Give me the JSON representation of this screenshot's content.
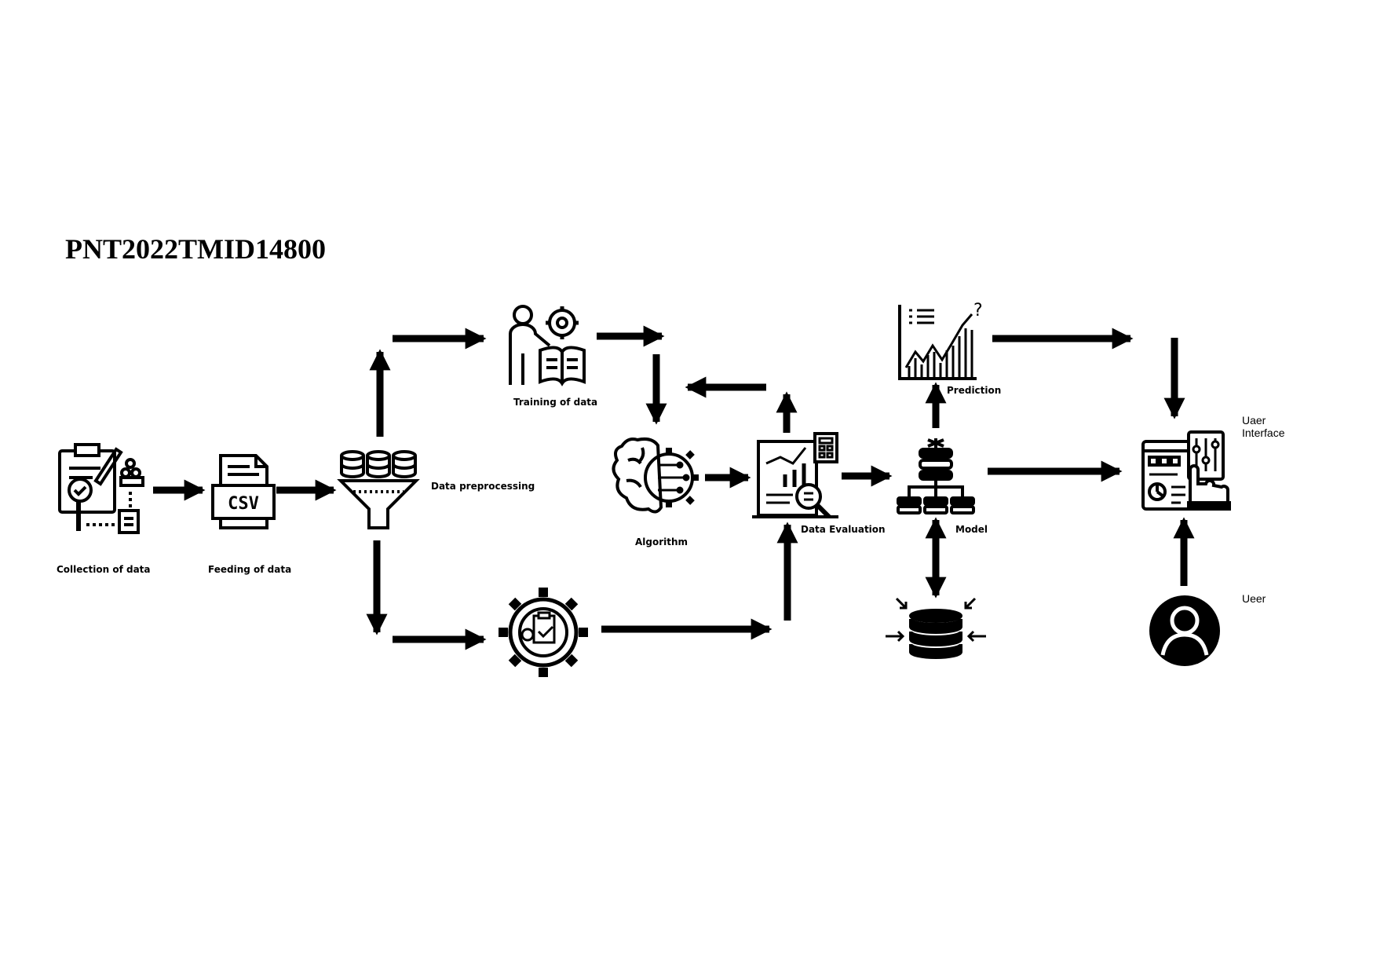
{
  "title": "PNT2022TMID14800",
  "nodes": [
    {
      "id": "collection",
      "label": "Collection of data",
      "icon": "clipboard-research-icon"
    },
    {
      "id": "feeding",
      "label": "Feeding of data",
      "icon": "csv-file-icon"
    },
    {
      "id": "preprocessing",
      "label": "Data preprocessing",
      "icon": "database-funnel-icon"
    },
    {
      "id": "training",
      "label": "Training of data",
      "icon": "trainer-book-gear-icon"
    },
    {
      "id": "testing",
      "label": "",
      "icon": "gear-clipboard-check-icon"
    },
    {
      "id": "algorithm",
      "label": "Algorithm",
      "icon": "brain-gear-icon"
    },
    {
      "id": "evaluation",
      "label": "Data Evaluation",
      "icon": "report-chart-magnifier-icon"
    },
    {
      "id": "model",
      "label": "Model",
      "icon": "server-hierarchy-icon"
    },
    {
      "id": "prediction",
      "label": "Prediction",
      "icon": "trend-chart-question-icon"
    },
    {
      "id": "storage",
      "label": "",
      "icon": "database-inputs-icon"
    },
    {
      "id": "ui",
      "label_line1": "Uaer",
      "label_line2": "Interface",
      "icon": "dashboard-hand-icon"
    },
    {
      "id": "user",
      "label": "Ueer",
      "icon": "user-avatar-icon"
    }
  ]
}
